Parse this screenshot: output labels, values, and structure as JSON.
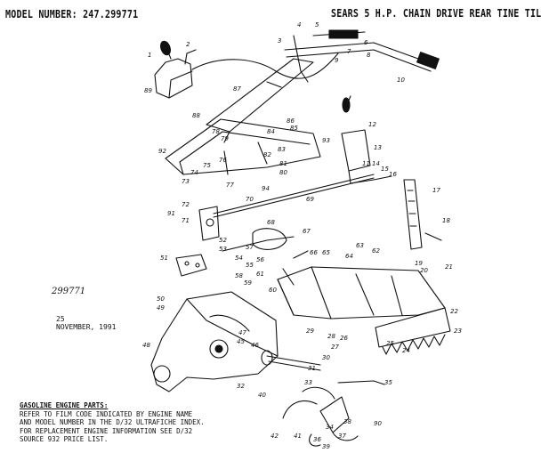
{
  "header": {
    "model_number": "MODEL NUMBER: 247.299771",
    "title": "SEARS 5 H.P. CHAIN DRIVE REAR TINE TILLER"
  },
  "notes": {
    "handwritten": "299771",
    "date_code": "25",
    "date": "NOVEMBER, 1991"
  },
  "footer": {
    "heading": "GASOLINE ENGINE PARTS:",
    "lines": [
      "REFER TO FILM CODE INDICATED BY ENGINE NAME",
      "AND MODEL NUMBER IN THE D/32 ULTRAFICHE INDEX.",
      "FOR REPLACEMENT ENGINE INFORMATION SEE D/32",
      "SOURCE 932 PRICE LIST."
    ]
  },
  "callouts": [
    "1",
    "2",
    "3",
    "4",
    "5",
    "6",
    "7",
    "8",
    "9",
    "10",
    "11",
    "12",
    "13",
    "14",
    "15",
    "16",
    "17",
    "18",
    "19",
    "20",
    "21",
    "22",
    "23",
    "24",
    "25",
    "26",
    "27",
    "28",
    "29",
    "30",
    "31",
    "32",
    "33",
    "34",
    "35",
    "36",
    "37",
    "38",
    "39",
    "40",
    "41",
    "42",
    "45",
    "46",
    "47",
    "48",
    "49",
    "50",
    "51",
    "52",
    "53",
    "54",
    "55",
    "56",
    "57",
    "58",
    "59",
    "60",
    "61",
    "62",
    "63",
    "64",
    "65",
    "66",
    "67",
    "68",
    "69",
    "70",
    "71",
    "72",
    "73",
    "74",
    "75",
    "76",
    "77",
    "78",
    "79",
    "80",
    "81",
    "82",
    "83",
    "84",
    "85",
    "86",
    "87",
    "88",
    "89",
    "90",
    "91",
    "92",
    "93",
    "94"
  ],
  "colors": {
    "ink": "#111111",
    "paper": "#ffffff"
  }
}
